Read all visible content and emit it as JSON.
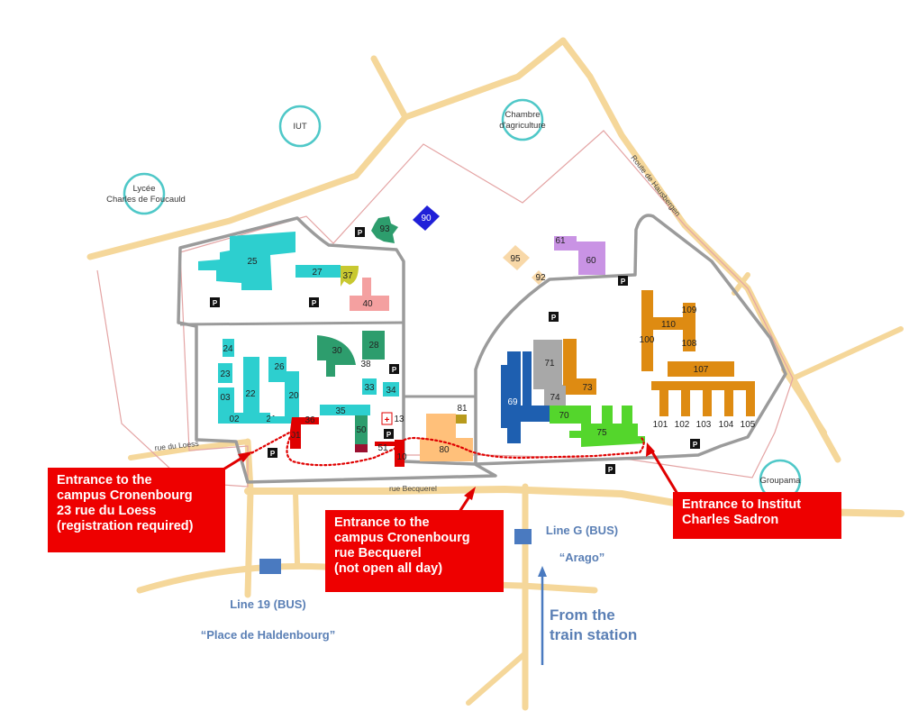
{
  "colors": {
    "road": "#f5d79a",
    "campus_wall": "#9b9b9b",
    "boundary": "#e4a4a4",
    "poi_ring": "#4fc8c8",
    "cyan": "#2dcfcf",
    "teal_green": "#2d9d6d",
    "orange": "#de8b12",
    "grey": "#a8a8a8",
    "blue": "#1e5fb0",
    "light_green": "#54d62c",
    "pink": "#f4a0a0",
    "lilac": "#c993e4",
    "peach": "#ffc07a",
    "red": "#e00000",
    "bus_stop": "#4a7ac0",
    "callout": "#ee0000",
    "blue_text": "#5a7fb5"
  },
  "poi": {
    "iut": "IUT",
    "chambre_line1": "Chambre",
    "chambre_line2": "d'agriculture",
    "lycee_line1": "Lycée",
    "lycee_line2": "Charles de Foucauld",
    "groupama": "Groupama"
  },
  "streets": {
    "route_hausbergen": "Route de Hausbergen",
    "rue_loess": "rue du Loess",
    "rue_becquerel": "rue Becquerel"
  },
  "buildings": {
    "b25": "25",
    "b27": "27",
    "b37": "37",
    "b40": "40",
    "b93": "93",
    "b90": "90",
    "b95": "95",
    "b92": "92",
    "b61": "61",
    "b60": "60",
    "b24": "24",
    "b23": "23",
    "b03": "03",
    "b22": "22",
    "b26": "26",
    "b20": "20",
    "b02": "02",
    "b21": "21",
    "b30": "30",
    "b28": "28",
    "b38": "38",
    "b33": "33",
    "b34": "34",
    "b35": "35",
    "b36": "36",
    "b01": "01",
    "b50": "50",
    "b51": "51",
    "b10": "10",
    "b13": "13",
    "b80": "80",
    "b81": "81",
    "b69": "69",
    "b71": "71",
    "b74": "74",
    "b73": "73",
    "b70": "70",
    "b75": "75",
    "b110": "110",
    "b109": "109",
    "b100": "100",
    "b108": "108",
    "b107": "107",
    "b101": "101",
    "b102": "102",
    "b103": "103",
    "b104": "104",
    "b105": "105"
  },
  "parking_symbol": "P",
  "first_aid_symbol": "+",
  "callouts": {
    "loess": "Entrance to the\ncampus Cronenbourg\n23 rue du Loess\n(registration required)",
    "becquerel": "Entrance to the\ncampus Cronenbourg\nrue Becquerel\n(not open all day)",
    "sadron": "Entrance to Institut\nCharles Sadron"
  },
  "transit": {
    "line_g_name": "Line G (BUS)",
    "line_g_stop": "“Arago”",
    "line_19_name": "Line 19 (BUS)",
    "line_19_stop": "“Place de  Haldenbourg”",
    "from_station": "From the\ntrain station"
  }
}
